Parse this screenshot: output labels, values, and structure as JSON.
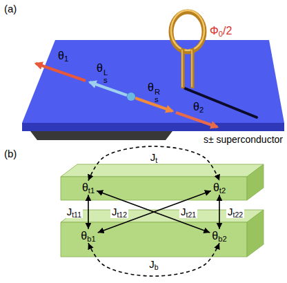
{
  "diagram": {
    "nodes": [
      {
        "text": [
          "θt1"
        ]
      },
      {
        "text": [
          "θt2"
        ]
      },
      {
        "text": [
          "θb1"
        ]
      },
      {
        "text": [
          "θb2"
        ]
      }
    ],
    "edges": [
      {
        "from": 0,
        "to": 1,
        "arrow": "both",
        "label": "Jt"
      },
      {
        "from": 0,
        "to": 2,
        "arrow": "both",
        "label": "Jt11"
      },
      {
        "from": 0,
        "to": 3,
        "arrow": "both",
        "label": "Jt12"
      },
      {
        "from": 1,
        "to": 2,
        "arrow": "both",
        "label": "Jt21"
      },
      {
        "from": 1,
        "to": 3,
        "arrow": "both",
        "label": "Jt22"
      },
      {
        "from": 2,
        "to": 3,
        "arrow": "both",
        "label": "Jb"
      }
    ],
    "labels": [
      "(a)",
      "Φ0/2",
      "θ1",
      "θsL",
      "θsR",
      "θ2",
      "s± superconductor",
      "(b)"
    ]
  }
}
